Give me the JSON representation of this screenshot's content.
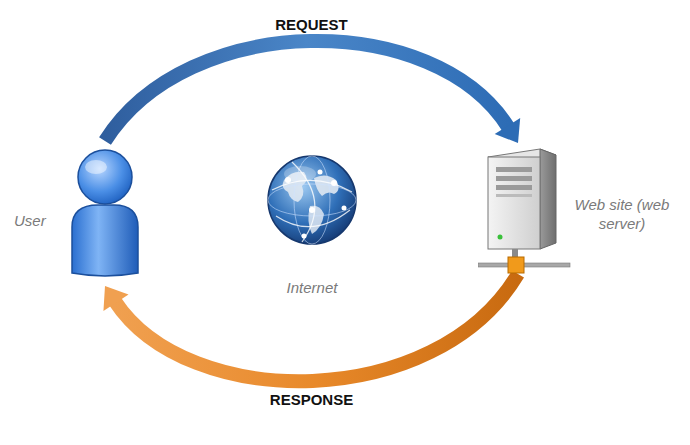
{
  "diagram": {
    "nodes": [
      {
        "text": [
          "User"
        ]
      },
      {
        "text": [
          "Internet"
        ]
      },
      {
        "text": [
          "Web site (web server)"
        ]
      }
    ],
    "edges": [
      {
        "from": 0,
        "to": 2,
        "label": "REQUEST",
        "arrow": "to"
      },
      {
        "from": 2,
        "to": 0,
        "label": "RESPONSE",
        "arrow": "to"
      }
    ]
  }
}
